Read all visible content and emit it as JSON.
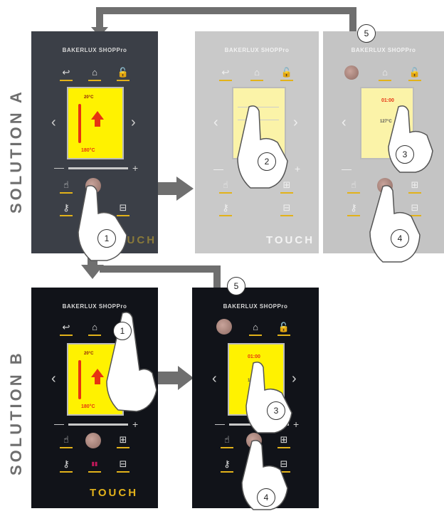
{
  "labels": {
    "solution_a": "SOLUTION A",
    "solution_b": "SOLUTION B"
  },
  "brand": "BAKERLUX SHOPPro",
  "touch_label": "TOUCH",
  "screen": {
    "set_temp": "20°C",
    "current_temp": "180°C",
    "timer": "01:00",
    "temp_b": "127°C"
  },
  "steps": [
    "1",
    "2",
    "3",
    "4",
    "5"
  ],
  "colors": {
    "dark_panel": "#3b3f47",
    "black_panel": "#111319",
    "faded_panel": "#c9c9c9",
    "screen_yellow": "#fff200",
    "accent_gold": "#e2b21a",
    "arrow_grey": "#6f6f6f"
  },
  "icons": [
    "back-icon",
    "home-icon",
    "lock-icon",
    "hand-icon",
    "knob-icon",
    "grid-icon",
    "key-icon",
    "start-stop-icon",
    "oven-icon"
  ]
}
